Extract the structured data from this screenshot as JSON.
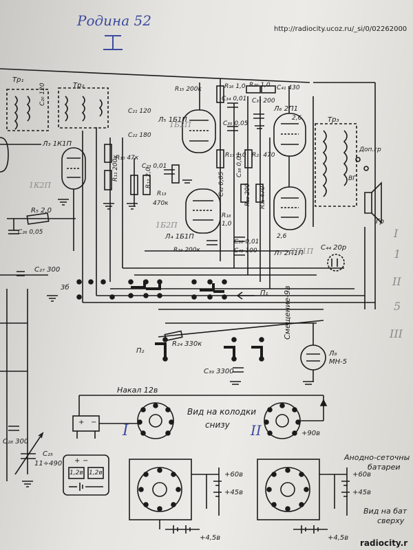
{
  "header": {
    "handwritten_title": "Родина 52",
    "handwritten_numeral": "I",
    "url": "http://radiocity.ucoz.ru/_si/0/02262000",
    "footer_logo": "radiocity.r"
  },
  "components": {
    "tr1": "Тр₁",
    "tr2": "Тр₂",
    "tr3": "Тр₃",
    "l3": "Л₃ 1К1П",
    "l4": "Л₄ 1Б1П",
    "l5": "Л₅ 1Б1П",
    "l6": "Л₆ 2П1",
    "l7": "Л₇ 2П1П",
    "l8": "Л₈",
    "l8_type": "МН-5",
    "r5": "R₅ 2,0",
    "r10": "R₁₀ 47к",
    "r11": "R₁₁ 200к",
    "r12": "R₁₂ 2,0",
    "r13": "R₁₃",
    "r13_val": "470к",
    "r15": "R₁₅ 200к",
    "r16": "R₁₆ 1,0",
    "r17": "R₁₇ 1,0",
    "r18": "R₁₈",
    "r18_val": "1,0",
    "r19": "R₁₉ 200к",
    "r20": "R₂₀ 1,0",
    "r21": "R₂₁ 470",
    "r22": "R₂₂ 200",
    "r23": "R₂₃ 470",
    "r24": "R₂₄ 330к",
    "c20": "C₂₀ 120",
    "c21": "C₂₁ 120",
    "c22": "C₂₂ 180",
    "c23": "C₂₃ 0,01",
    "c25": "C₂₅",
    "c25_val": "11÷490",
    "c26": "C₂₆ 0,05",
    "c27": "C₂₇ 300",
    "c28": "C₂₈ 300",
    "c34": "C₃₄ 0,01",
    "c35": "C₃₅ 0,05",
    "c36": "C₃₆ 0,01",
    "c37": "C₃₇ 200",
    "c38": "C₃₈ 0,01",
    "c39": "C₃₉ 3300",
    "c41": "C₄₁ 430",
    "c42": "C₄₂ 0,05",
    "c43": "C₄₃ 100",
    "c44": "C₄₄ 20р",
    "gr": "Гр",
    "dop_gr": "Доп.гр",
    "sp": "ВГ",
    "p1": "П₁",
    "p2": "П₂",
    "tr_label": "3б",
    "l6_pins": "2,6",
    "l7_pins": "2,6"
  },
  "labels": {
    "nakal": "Накал 12в",
    "smeshenie": "Смещение-9в",
    "vid_kolodki": "Вид на колодки",
    "snizu": "снизу",
    "anodno_setochnye": "Анодно-сеточны",
    "batarei": "батареи",
    "vid_na_bat": "Вид на бат",
    "sverhu": "сверху",
    "plus_90": "+90в",
    "plus_60_a": "+60в",
    "plus_45_a": "+45в",
    "plus_45_b": "+4,5в",
    "plus_60_c": "+60в",
    "plus_45_c": "+45в",
    "plus_45_d": "+4,5в",
    "cell_a": "1,2в",
    "cell_b": "1,2в",
    "plus_a": "+",
    "minus_a": "−",
    "plus_b": "+",
    "minus_b": "−",
    "socket_i": "I",
    "socket_ii": "II"
  },
  "pencil_notes": {
    "n1": "1К2П",
    "n2": "1Б2П",
    "n3": "1Б2П",
    "n4": "2П1П",
    "margin": [
      "I",
      "1",
      "II",
      "5",
      "III"
    ]
  }
}
